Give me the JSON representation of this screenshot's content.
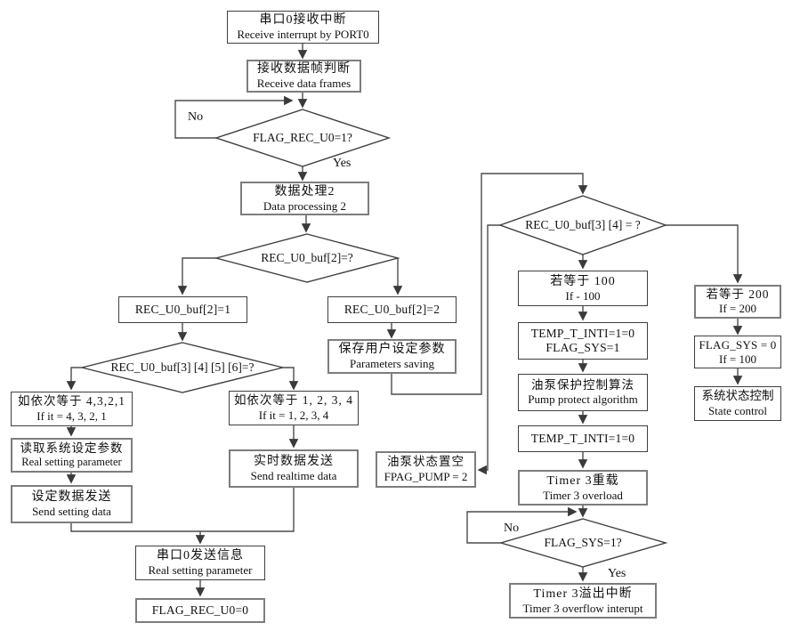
{
  "page": {
    "background": "#ffffff",
    "line_color": "#4c4c4c",
    "box_border_color": "#7d7d7d",
    "text_color": "#101010"
  },
  "flowchart": {
    "nodes": {
      "receive_interrupt": {
        "line1": "串口0接收中断",
        "line2": "Receive interrupt by PORT0"
      },
      "receive_frames": {
        "line1": "接收数据帧判断",
        "line2": "Receive data frames"
      },
      "data_processing2": {
        "line1": "数据处理2",
        "line2": "Data processing 2"
      },
      "rec_u0_buf2_eq1": {
        "line1": "REC_U0_buf[2]=1"
      },
      "rec_u0_buf2_eq2": {
        "line1": "REC_U0_buf[2]=2"
      },
      "parameters_saving": {
        "line1": "保存用户设定参数",
        "line2": "Parameters saving"
      },
      "if_4321": {
        "line1": "如依次等于 4,3,2,1",
        "line2": "If it = 4, 3, 2, 1"
      },
      "read_system_params": {
        "line1": "读取系统设定参数",
        "line2": "Real setting parameter"
      },
      "send_setting_data": {
        "line1": "设定数据发送",
        "line2": "Send setting data"
      },
      "if_1234": {
        "line1": "如依次等于 1, 2, 3, 4",
        "line2": "If it = 1, 2, 3, 4"
      },
      "send_realtime_data": {
        "line1": "实时数据发送",
        "line2": "Send realtime data"
      },
      "pump_state_clear": {
        "line1": "油泵状态置空",
        "line2": "FPAG_PUMP = 2"
      },
      "port0_send_info": {
        "line1": "串口0发送信息",
        "line2": "Real setting parameter"
      },
      "flag_rec_u0_0": {
        "line1": "FLAG_REC_U0=0"
      },
      "if_100": {
        "line1": "若等于 100",
        "line2": "If - 100"
      },
      "temp_t_inti_flag": {
        "line1": "TEMP_T_INTI=1=0",
        "line2": "FLAG_SYS=1"
      },
      "pump_protect": {
        "line1": "油泵保护控制算法",
        "line2": "Pump protect algorithm"
      },
      "temp_t_inti2": {
        "line1": "TEMP_T_INTI=1=0"
      },
      "timer3_reload": {
        "line1": "Timer 3重载",
        "line2": "Timer 3 overload"
      },
      "timer3_overflow": {
        "line1": "Timer 3溢出中断",
        "line2": "Timer 3 overflow interupt"
      },
      "if_200": {
        "line1": "若等于 200",
        "line2": "If = 200"
      },
      "flag_sys_0": {
        "line1": "FLAG_SYS = 0",
        "line2": "If = 100"
      },
      "state_control": {
        "line1": "系统状态控制",
        "line2": "State control"
      }
    },
    "decisions": {
      "flag_rec_u0": {
        "label": "FLAG_REC_U0=1?"
      },
      "rec_u0_buf2": {
        "label": "REC_U0_buf[2]=?"
      },
      "rec_u0_buf3456": {
        "label": "REC_U0_buf[3] [4] [5] [6]=?"
      },
      "rec_u0_buf34": {
        "label": "REC_U0_buf[3] [4] = ?"
      },
      "flag_sys": {
        "label": "FLAG_SYS=1?"
      }
    },
    "edge_labels": {
      "no1": "No",
      "yes1": "Yes",
      "no2": "No",
      "yes2": "Yes"
    }
  }
}
